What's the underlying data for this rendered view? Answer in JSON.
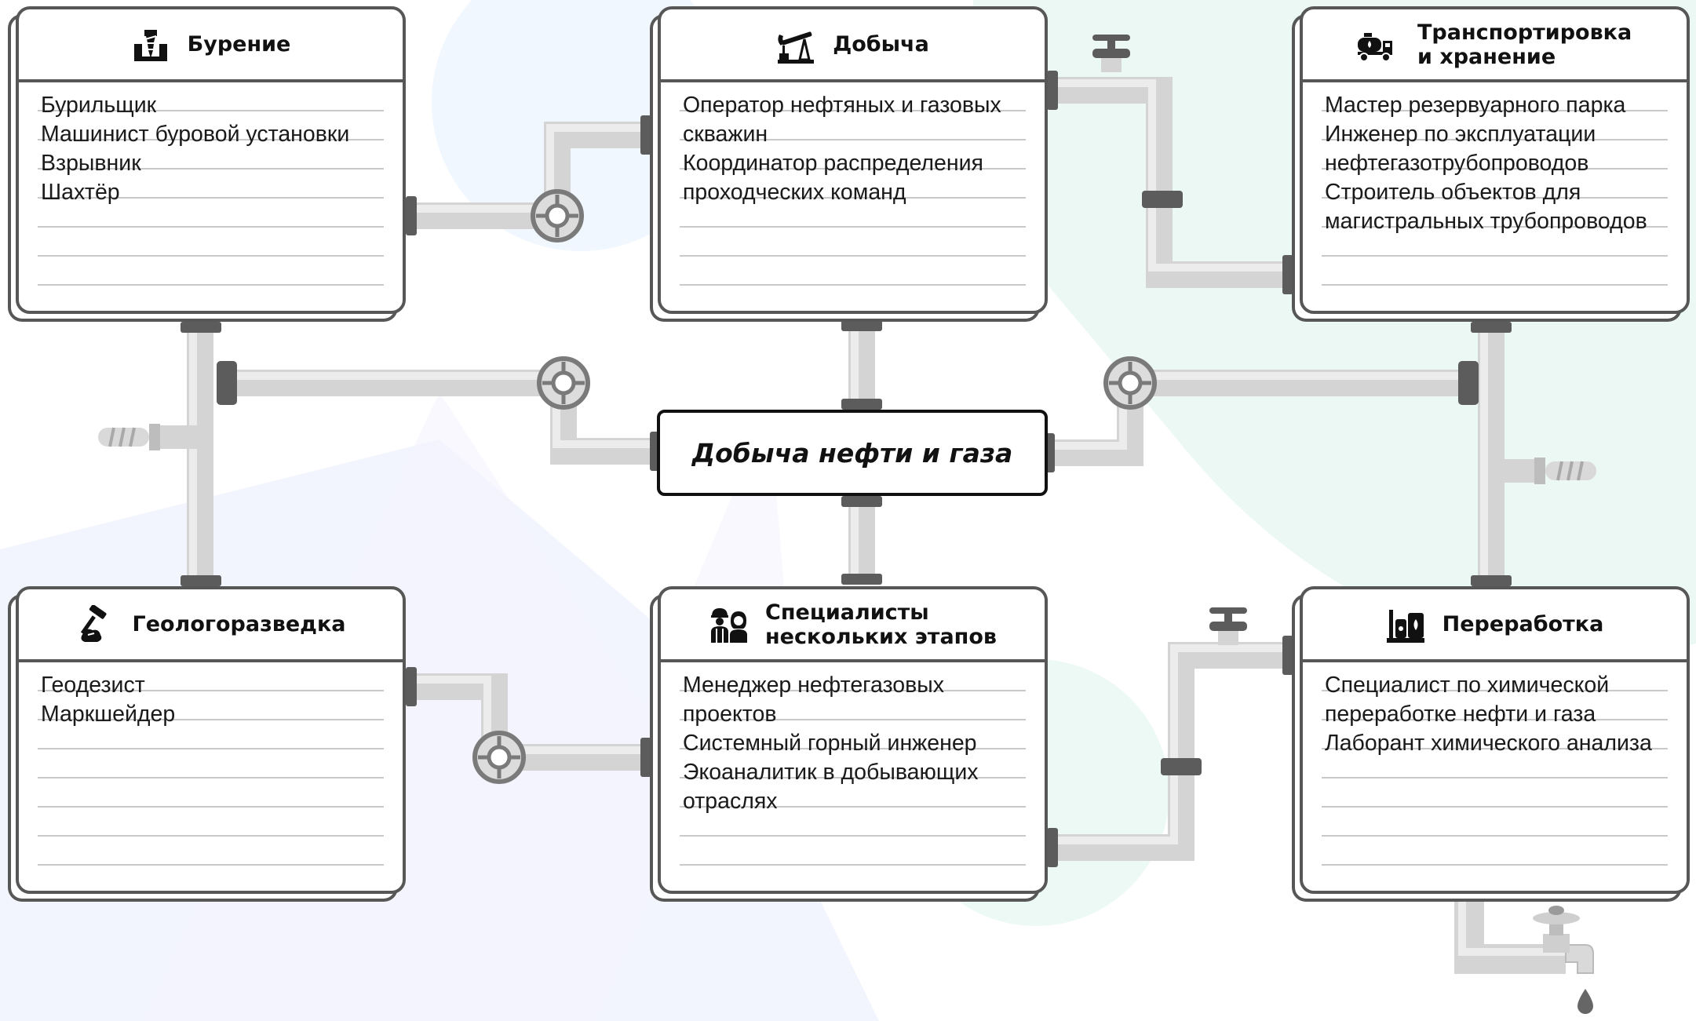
{
  "center": {
    "title": "Добыча нефти и газа"
  },
  "cards": [
    {
      "id": "drilling",
      "icon": "drill-icon",
      "title": "Бурение",
      "items": [
        "Бурильщик",
        "Машинист буровой установки",
        "Взрывник",
        "Шахтёр"
      ]
    },
    {
      "id": "extraction",
      "icon": "oil-pump-icon",
      "title": "Добыча",
      "items": [
        "Оператор нефтяных и газовых",
        "скважин",
        "Координатор распределения",
        "проходческих команд"
      ]
    },
    {
      "id": "transport",
      "icon": "tanker-truck-icon",
      "title": "Транспортировка\nи хранение",
      "items": [
        "Мастер резервуарного парка",
        "Инженер по эксплуатации",
        "нефтегазотрубопроводов",
        "Строитель объектов для",
        "магистральных трубопроводов"
      ]
    },
    {
      "id": "geology",
      "icon": "hammer-rock-icon",
      "title": "Геологоразведка",
      "items": [
        "Геодезист",
        "Маркшейдер"
      ]
    },
    {
      "id": "multistage",
      "icon": "workers-icon",
      "title": "Специалисты\nнескольких этапов",
      "items": [
        "Менеджер нефтегазовых",
        "проектов",
        "Системный горный инженер",
        "Экоаналитик в добывающих",
        "отраслях"
      ]
    },
    {
      "id": "processing",
      "icon": "refinery-icon",
      "title": "Переработка",
      "items": [
        "Специалист по химической",
        "переработке нефти и газа",
        "Лаборант химического анализа"
      ]
    }
  ]
}
